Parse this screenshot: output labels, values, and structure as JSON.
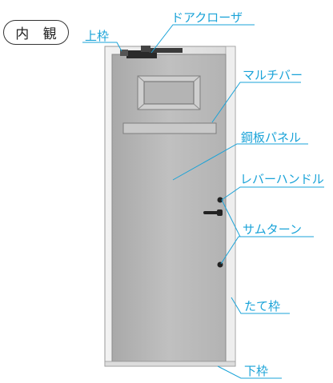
{
  "title": "内 観",
  "labels": {
    "upper_frame": "上枠",
    "door_closer": "ドアクローザ",
    "multi_bar": "マルチバー",
    "steel_panel": "鋼板パネル",
    "lever_handle": "レバーハンドル",
    "thumb_turn": "サムターン",
    "vertical_frame": "たて枠",
    "lower_frame": "下枠"
  },
  "colors": {
    "leader": "#1aa3d8",
    "door": "#b9b9b9",
    "frame": "#e6e6e6",
    "hardware": "#2a2a2a"
  }
}
